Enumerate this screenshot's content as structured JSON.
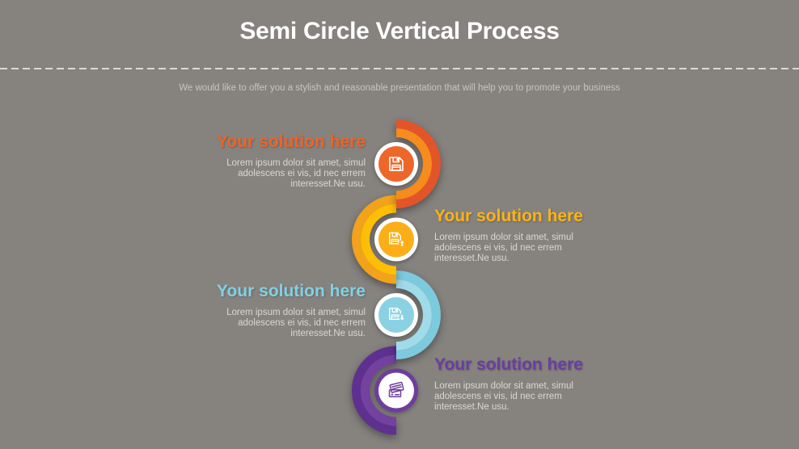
{
  "slide": {
    "title": "Semi Circle Vertical Process",
    "subtitle": "We would like to offer you a stylish and reasonable presentation that will help you to promote your business",
    "background_color": "#86837F",
    "title_color": "#FFFFFF",
    "subtitle_color": "#C7C4C1",
    "divider_color": "#D9D9D9",
    "body_text_color": "#DAD7D4"
  },
  "steps": [
    {
      "heading": "Your solution here",
      "body": "Lorem ipsum dolor sit amet, simul adolescens ei vis, id nec errem interesset.Ne usu.",
      "side": "left",
      "color": "#ED6428",
      "ring_outer": "#E35429",
      "ring_inner": "#F68B1E",
      "badge_outer": "#FFFFFF",
      "badge_inner": "#ED672B",
      "icon": "save-icon",
      "icon_color": "#FFFFFF"
    },
    {
      "heading": "Your solution here",
      "body": "Lorem ipsum dolor sit amet, simul adolescens ei vis, id nec errem interesset.Ne usu.",
      "side": "right",
      "color": "#FCB316",
      "ring_outer": "#F2A21B",
      "ring_inner": "#FFBE06",
      "badge_outer": "#FFFFFF",
      "badge_inner": "#FBAE17",
      "icon": "save-upload-icon",
      "icon_color": "#FFFFFF"
    },
    {
      "heading": "Your solution here",
      "body": "Lorem ipsum dolor sit amet, simul adolescens ei vis, id nec errem interesset.Ne usu.",
      "side": "left",
      "color": "#82D1E4",
      "ring_outer": "#7CCADD",
      "ring_inner": "#9FDBE9",
      "badge_outer": "#FFFFFF",
      "badge_inner": "#8AD2E3",
      "icon": "save-download-icon",
      "icon_color": "#FFFFFF"
    },
    {
      "heading": "Your solution here",
      "body": "Lorem ipsum dolor sit amet, simul adolescens ei vis, id nec errem interesset.Ne usu.",
      "side": "right",
      "color": "#6A3DA2",
      "ring_outer": "#5E3090",
      "ring_inner": "#73429F",
      "badge_outer": "#6F3D9C",
      "badge_inner": "#FFFFFF",
      "icon": "credit-cards-icon",
      "icon_color": "#6F3D9C"
    }
  ]
}
